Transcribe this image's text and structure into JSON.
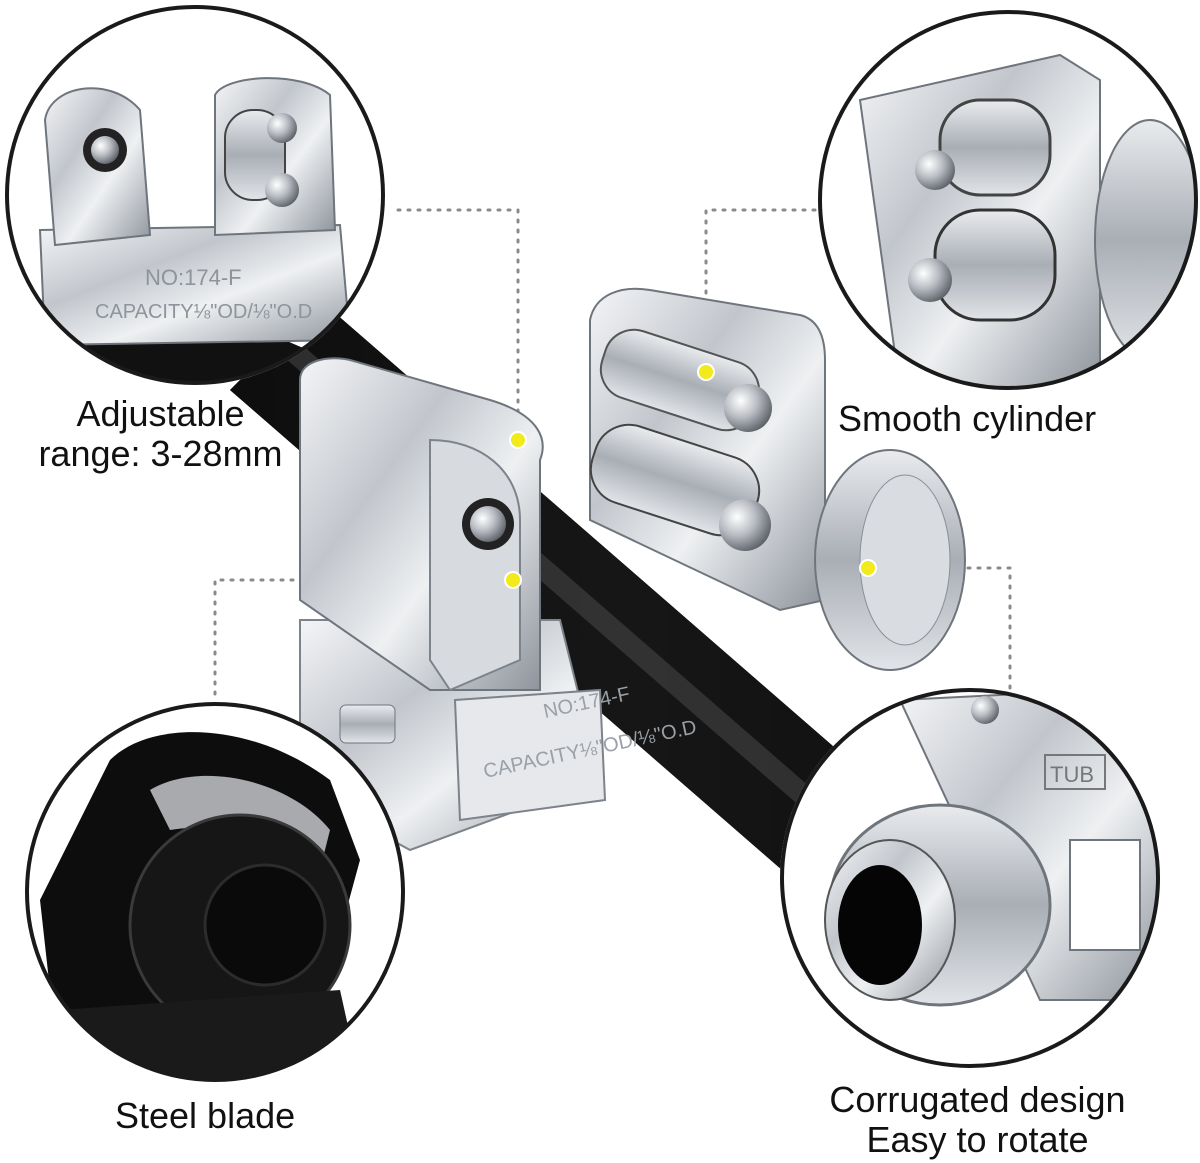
{
  "callouts": {
    "adjustable": {
      "line1": "Adjustable",
      "line2": "range: 3-28mm"
    },
    "smooth": {
      "text": "Smooth cylinder"
    },
    "blade": {
      "text": "Steel blade"
    },
    "corrugated": {
      "line1": "Corrugated design",
      "line2": "Easy to rotate"
    }
  },
  "engravings": {
    "model": "NO:174-F",
    "capacity": "CAPACITY⅛\"OD/⅛\"O.D",
    "tube_mark": "TUB"
  },
  "colors": {
    "marker": "#f2ea1a",
    "leader": "#8a8a8a",
    "tube": "#1a1a1a",
    "chrome": "#c9cdd2"
  }
}
